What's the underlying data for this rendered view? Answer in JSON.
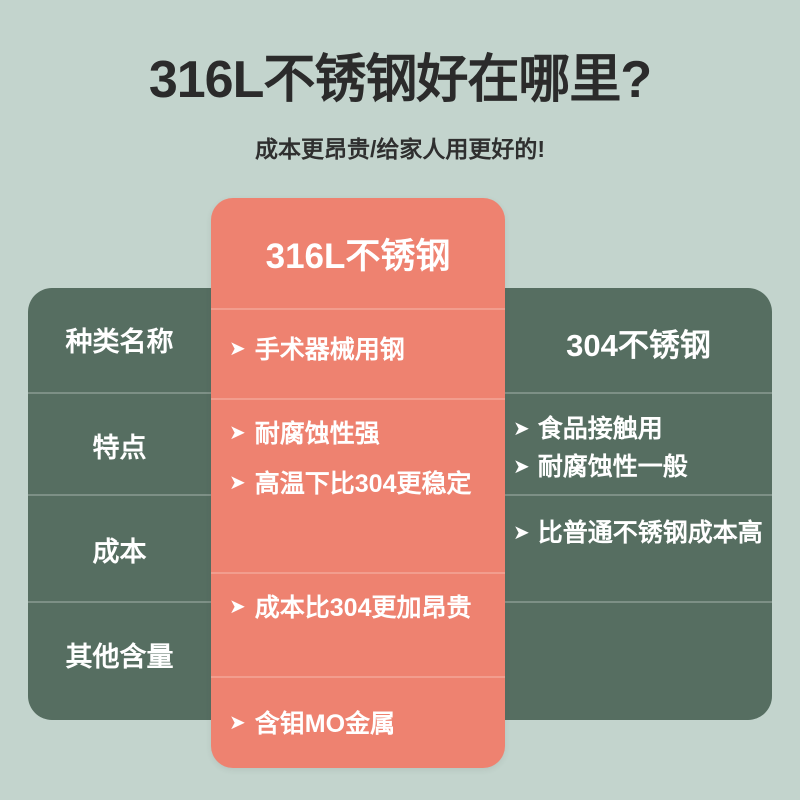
{
  "header": {
    "title": "316L不锈钢好在哪里?",
    "subtitle": "成本更昂贵/给家人用更好的!"
  },
  "colors": {
    "background": "#c3d4cd",
    "panel_green": "#566e61",
    "highlight_pink": "#ee8270",
    "text_light": "#ffffff",
    "text_dark": "#2b2b2b",
    "divider_green": "#7d9086",
    "divider_pink": "#f29d8e"
  },
  "icons": {
    "bullet": "➤"
  },
  "table": {
    "row_labels": [
      "种类名称",
      "特点",
      "成本",
      "其他含量"
    ],
    "columns": [
      {
        "key": "left",
        "header": ""
      },
      {
        "key": "center",
        "header": "316L不锈钢",
        "highlighted": true
      },
      {
        "key": "right",
        "header": "304不锈钢",
        "highlighted": false
      }
    ],
    "rows": [
      {
        "label": "种类名称",
        "center": [],
        "right": []
      },
      {
        "label": "特点",
        "center": [],
        "right": []
      },
      {
        "label": "成本",
        "center": [],
        "right": []
      },
      {
        "label": "其他含量",
        "center": [],
        "right": []
      }
    ]
  },
  "center_column": {
    "header": "316L不锈钢",
    "cells": [
      {
        "lines": [
          "手术器械用钢"
        ]
      },
      {
        "lines": [
          "耐腐蚀性强",
          "高温下比304更稳定"
        ]
      },
      {
        "lines": [
          "成本比304更加昂贵"
        ]
      },
      {
        "lines": [
          "含钼MO金属"
        ]
      }
    ]
  },
  "right_column": {
    "header": "304不锈钢",
    "cells": [
      {
        "lines": []
      },
      {
        "lines": [
          "食品接触用",
          "耐腐蚀性一般"
        ]
      },
      {
        "lines": [
          "比普通不锈钢成本高"
        ]
      },
      {
        "lines": []
      }
    ]
  }
}
